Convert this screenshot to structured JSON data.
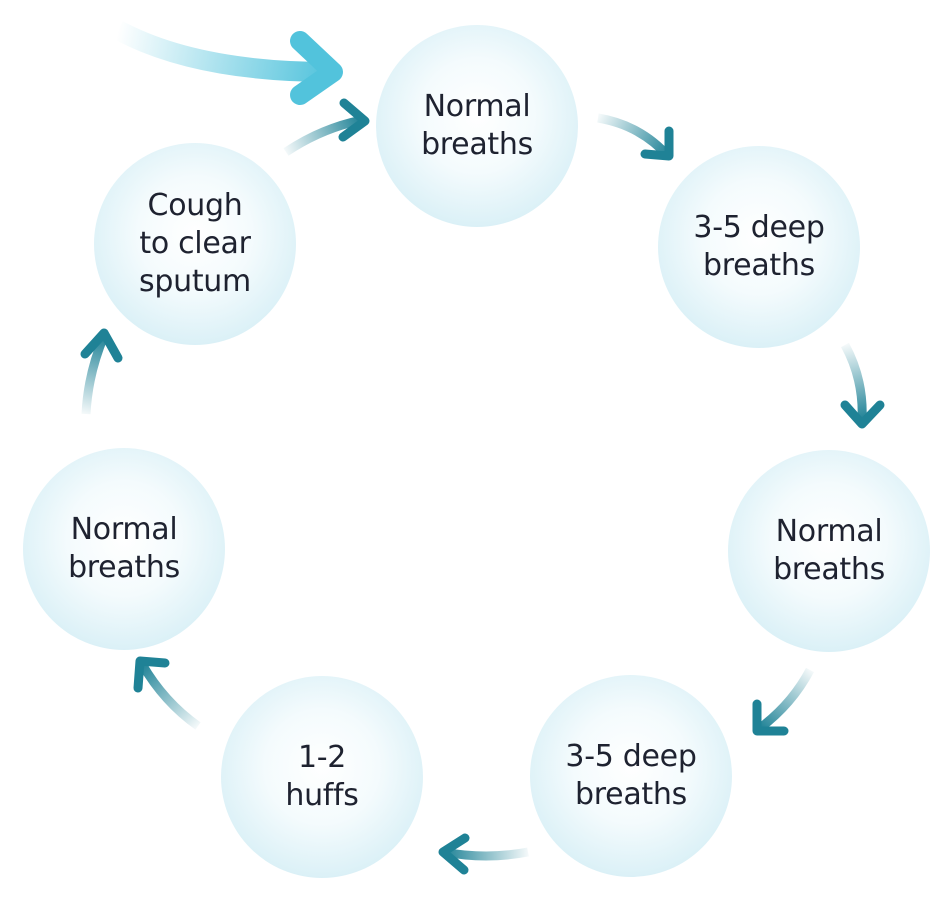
{
  "diagram": {
    "steps": [
      {
        "id": "step-1",
        "label": "Normal\nbreaths"
      },
      {
        "id": "step-2",
        "label": "3-5 deep\nbreaths"
      },
      {
        "id": "step-3",
        "label": "Normal\nbreaths"
      },
      {
        "id": "step-4",
        "label": "3-5 deep\nbreaths"
      },
      {
        "id": "step-5",
        "label": "1-2\nhuffs"
      },
      {
        "id": "step-6",
        "label": "Normal\nbreaths"
      },
      {
        "id": "step-7",
        "label": "Cough\nto clear\nsputum"
      }
    ],
    "colors": {
      "arrow": "#1f8296",
      "entry_arrow": "#52c3dc",
      "circle_edge": "#c3e6f0",
      "text": "#1e2230"
    }
  }
}
